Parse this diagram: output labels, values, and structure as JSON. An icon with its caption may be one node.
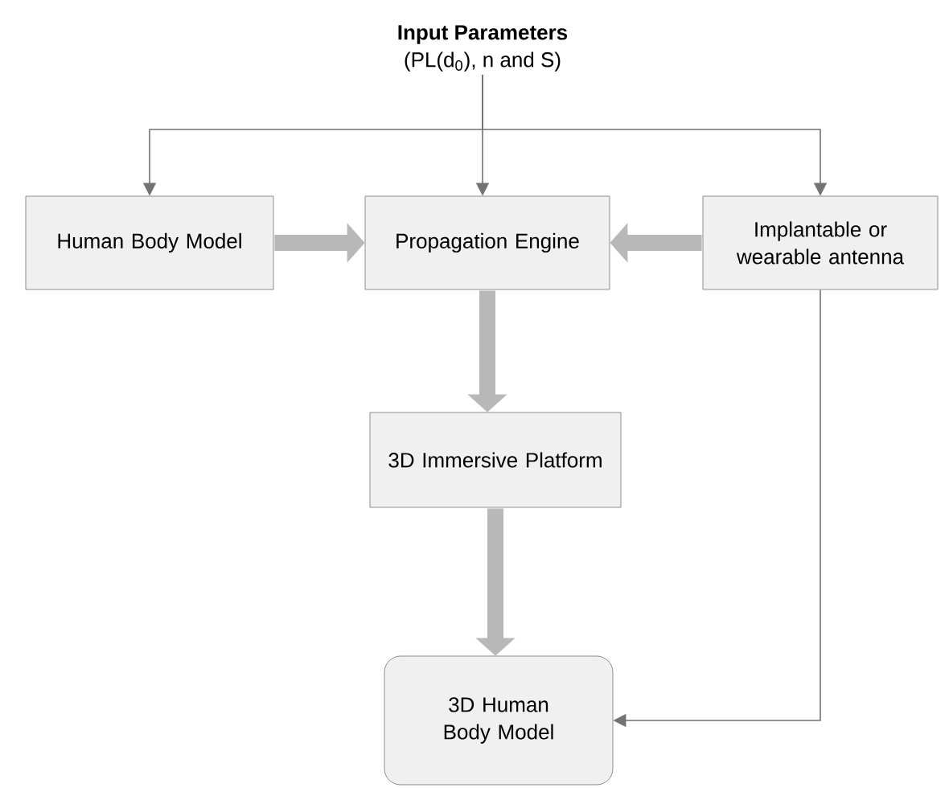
{
  "diagram": {
    "nodes": [
      {
        "text": [
          "**Input Parameters**",
          "(PL(d$_{0}$), n and S)"
        ]
      },
      {
        "text": [
          "Human Body Model"
        ]
      },
      {
        "text": [
          "Propagation Engine"
        ]
      },
      {
        "text": [
          "Implantable or wearable antenna"
        ]
      },
      {
        "text": [
          "3D Immersive Platform"
        ]
      },
      {
        "text": [
          "3D Human Body Model"
        ]
      }
    ],
    "edges": [
      {
        "from": 0,
        "to": 1,
        "arrow": "to"
      },
      {
        "from": 0,
        "to": 2,
        "arrow": "to"
      },
      {
        "from": 0,
        "to": 3,
        "arrow": "to"
      },
      {
        "from": 1,
        "to": 2,
        "arrow": "to",
        "style": "thick"
      },
      {
        "from": 3,
        "to": 2,
        "arrow": "to",
        "style": "thick"
      },
      {
        "from": 2,
        "to": 4,
        "arrow": "to",
        "style": "thick"
      },
      {
        "from": 4,
        "to": 5,
        "arrow": "to",
        "style": "thick"
      },
      {
        "from": 3,
        "to": 5,
        "arrow": "to"
      }
    ]
  }
}
